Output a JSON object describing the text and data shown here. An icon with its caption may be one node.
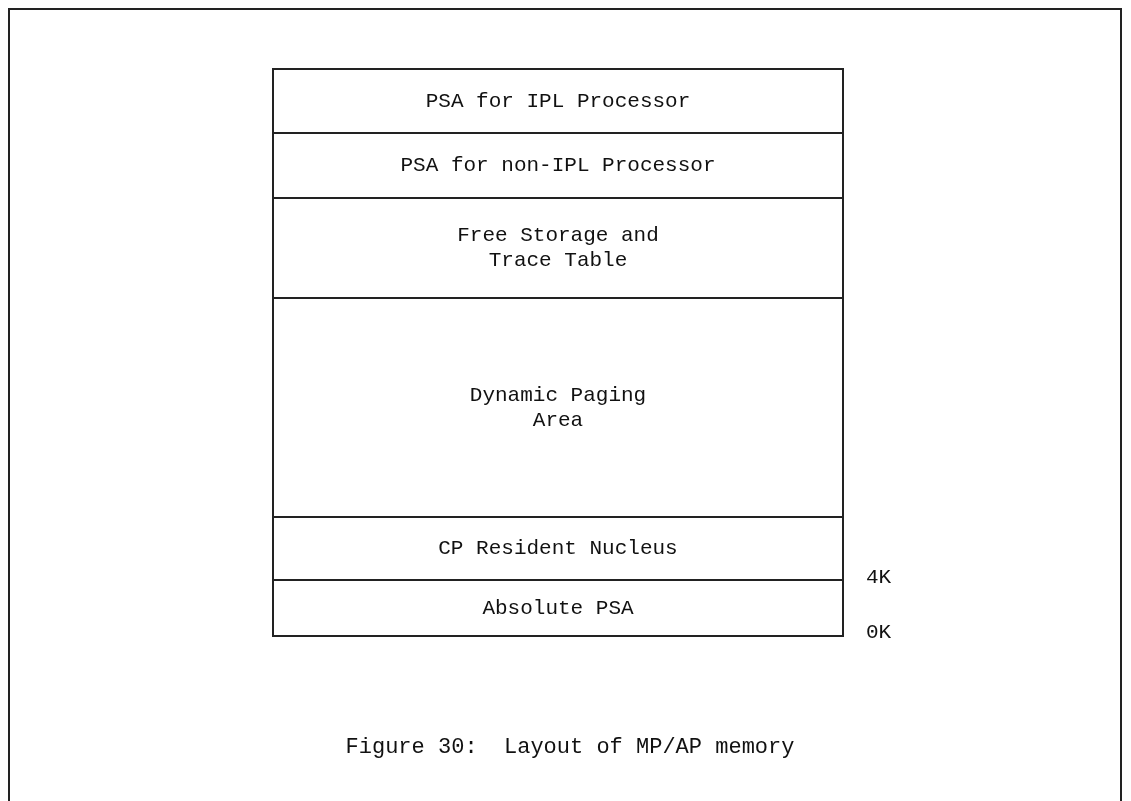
{
  "diagram": {
    "caption": "Figure 30:  Layout of MP/AP memory",
    "nodes": [
      {
        "text": [
          "PSA for IPL Processor"
        ]
      },
      {
        "text": [
          "PSA for non-IPL Processor"
        ]
      },
      {
        "text": [
          "Free Storage and Trace Table"
        ]
      },
      {
        "text": [
          "Dynamic Paging Area"
        ]
      },
      {
        "text": [
          "CP Resident Nucleus"
        ]
      },
      {
        "text": [
          "Absolute PSA"
        ]
      }
    ],
    "edges": [],
    "labels": [
      "4K",
      "0K"
    ]
  }
}
